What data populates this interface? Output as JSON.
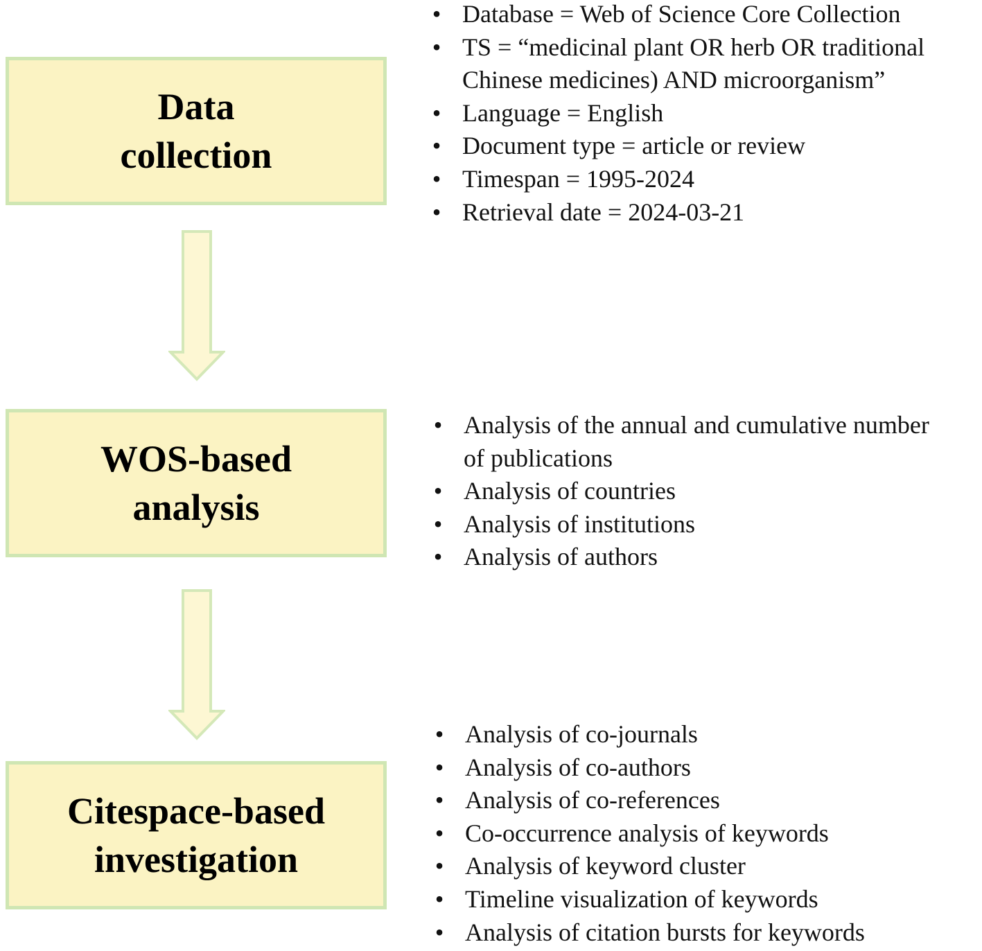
{
  "stages": [
    {
      "id": "data-collection",
      "title_lines": [
        "Data",
        "collection"
      ]
    },
    {
      "id": "wos-analysis",
      "title_lines": [
        "WOS-based",
        "analysis"
      ]
    },
    {
      "id": "citespace-investigation",
      "title_lines": [
        "Citespace-based",
        "investigation"
      ]
    }
  ],
  "bullet_glyph": "•",
  "details": {
    "data_collection": [
      {
        "lines": [
          "Database = Web of Science Core Collection"
        ]
      },
      {
        "lines": [
          "TS = “medicinal plant OR herb OR traditional",
          "Chinese medicines) AND microorganism”"
        ]
      },
      {
        "lines": [
          "Language = English"
        ]
      },
      {
        "lines": [
          "Document type = article or review"
        ]
      },
      {
        "lines": [
          "Timespan = 1995-2024"
        ]
      },
      {
        "lines": [
          "Retrieval date = 2024-03-21"
        ]
      }
    ],
    "wos_analysis": [
      {
        "lines": [
          "Analysis of the annual and cumulative number",
          "of publications"
        ]
      },
      {
        "lines": [
          "Analysis of countries"
        ]
      },
      {
        "lines": [
          "Analysis of institutions"
        ]
      },
      {
        "lines": [
          "Analysis of authors"
        ]
      }
    ],
    "citespace_investigation": [
      {
        "lines": [
          "Analysis of co-journals"
        ]
      },
      {
        "lines": [
          "Analysis of co-authors"
        ]
      },
      {
        "lines": [
          "Analysis of co-references"
        ]
      },
      {
        "lines": [
          "Co-occurrence analysis of keywords"
        ]
      },
      {
        "lines": [
          "Analysis of keyword cluster"
        ]
      },
      {
        "lines": [
          "Timeline visualization of keywords"
        ]
      },
      {
        "lines": [
          "Analysis of citation bursts for keywords"
        ]
      }
    ]
  },
  "colors": {
    "box_fill": "#fbf3c3",
    "box_border": "#cfe6b3",
    "arrow_fill": "#fdf7d3",
    "arrow_stroke": "#d4e8b8",
    "text": "#111111"
  }
}
